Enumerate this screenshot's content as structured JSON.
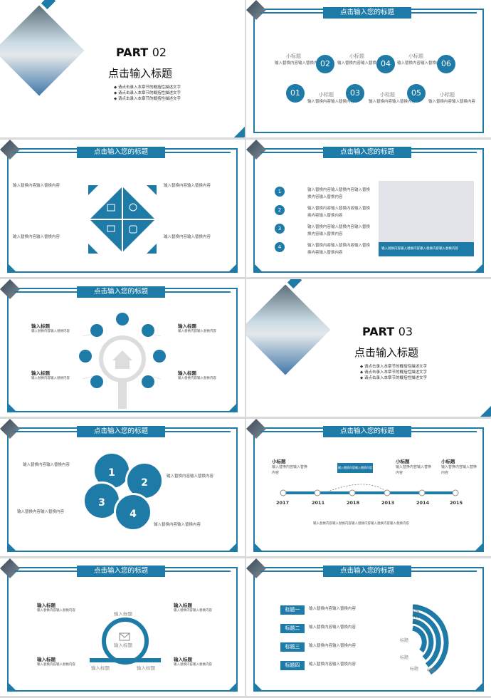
{
  "colors": {
    "accent": "#1e7aa6",
    "grey": "#e3e4ea"
  },
  "slide_title": "点击输入您的标题",
  "part02": {
    "part": "PART",
    "num": "02",
    "title": "点击输入标题",
    "bullets": [
      "请点击录入本章节的概括性描述文字",
      "请点击录入本章节的概括性描述文字",
      "请点击录入本章节的概括性描述文字"
    ]
  },
  "part03": {
    "part": "PART",
    "num": "03",
    "title": "点击输入标题",
    "bullets": [
      "请点击录入本章节的概括性描述文字",
      "请点击录入本章节的概括性描述文字",
      "请点击录入本章节的概括性描述文字"
    ]
  },
  "s2": {
    "nums": [
      "02",
      "04",
      "06",
      "01",
      "03",
      "05"
    ],
    "sub": "小标题",
    "desc": "输入替换内容输入替换内容"
  },
  "s3": {
    "text": "输入替换内容输入替换内容"
  },
  "s4": {
    "nums": [
      "1",
      "2",
      "3",
      "4"
    ],
    "line1": "输入替换内容输入替换内容输入替换",
    "line2": "换内容输入替换内容",
    "caption": "输入替换内容输入替换内容输入替换内容输入替换内容"
  },
  "s5": {
    "head": "输入标题",
    "desc": "输入替换内容输入替换内容"
  },
  "s7": {
    "nums": [
      "1",
      "2",
      "3",
      "4"
    ],
    "text": "输入替换内容输入替换内容"
  },
  "s8": {
    "sub": "小标题",
    "desc1": "输入替换内容输入替换",
    "desc2": "内容",
    "years": [
      "2017",
      "2011",
      "2018",
      "2013",
      "2014",
      "2015"
    ],
    "callout": "输入替换内容输入替换内容",
    "bottom": "输入替换内容输入替换内容输入替换内容输入替换内容输入替换内容"
  },
  "s9": {
    "head": "输入标题",
    "desc": "输入替换内容输入替换内容",
    "label": "输入标题"
  },
  "s10": {
    "tags": [
      "标题一",
      "标题二",
      "标题三",
      "标题四"
    ],
    "text": "输入替换内容输入替换内容",
    "pcts": [
      "85%",
      "82%",
      "78%",
      "59%"
    ],
    "lbl": "标题"
  }
}
